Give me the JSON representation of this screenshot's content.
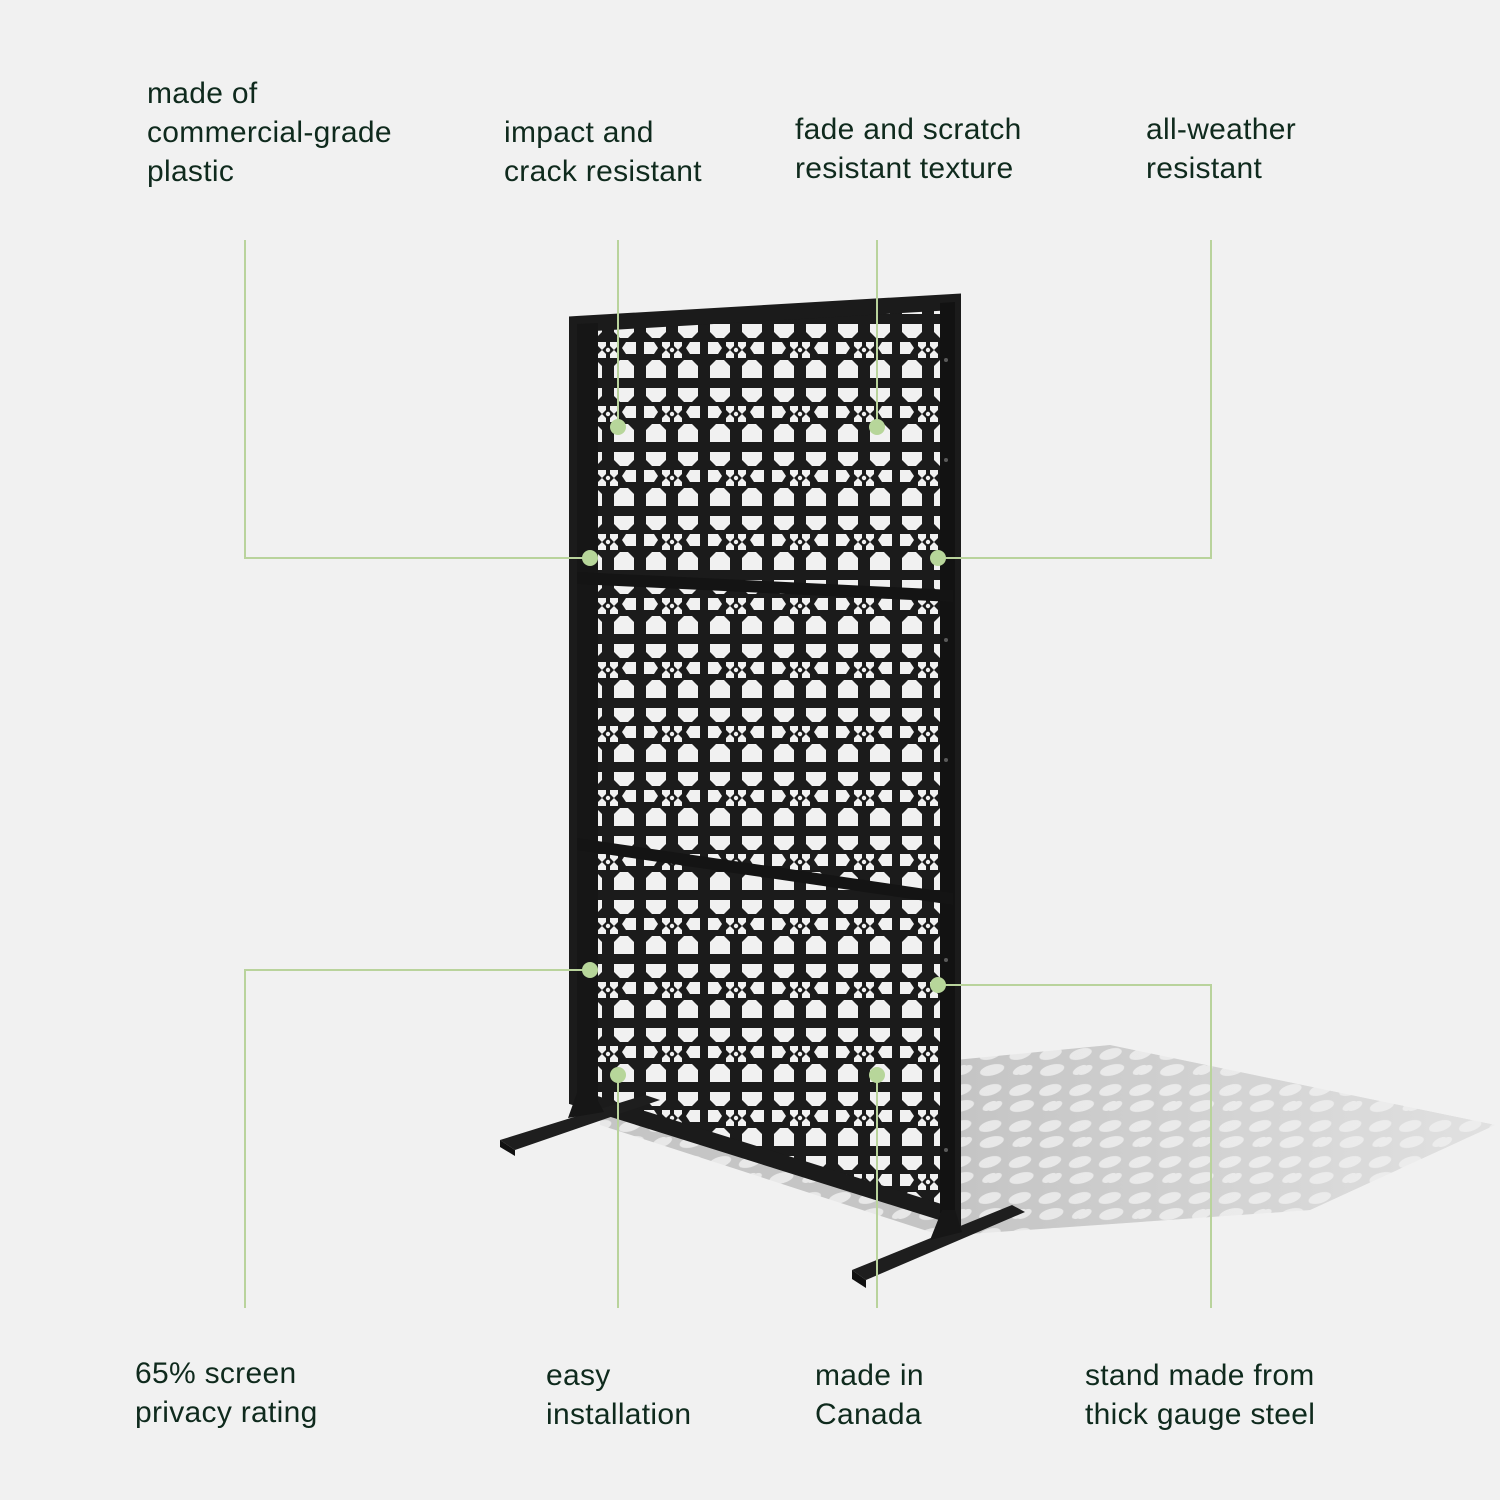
{
  "colors": {
    "background": "#f1f1f1",
    "text": "#0f2a1d",
    "callout_line": "#b9d39c",
    "callout_dot": "#b7d69a",
    "screen_frame": "#1b1b1b",
    "shadow": "#c9c9c9"
  },
  "product": {
    "name": "decorative privacy screen panel with steel stand",
    "pattern": "geometric star lattice",
    "panels": 3
  },
  "features_top": [
    {
      "id": "material",
      "lines": [
        "made of",
        "commercial-grade",
        "plastic"
      ]
    },
    {
      "id": "impact",
      "lines": [
        "impact and",
        "crack resistant"
      ]
    },
    {
      "id": "fade",
      "lines": [
        "fade and scratch",
        "resistant texture"
      ]
    },
    {
      "id": "weather",
      "lines": [
        "all-weather",
        "resistant"
      ]
    }
  ],
  "features_bottom": [
    {
      "id": "privacy",
      "lines": [
        "65% screen",
        "privacy rating"
      ]
    },
    {
      "id": "install",
      "lines": [
        "easy",
        "installation"
      ]
    },
    {
      "id": "canada",
      "lines": [
        "made in",
        "Canada"
      ]
    },
    {
      "id": "stand",
      "lines": [
        "stand made from",
        "thick gauge steel"
      ]
    }
  ]
}
